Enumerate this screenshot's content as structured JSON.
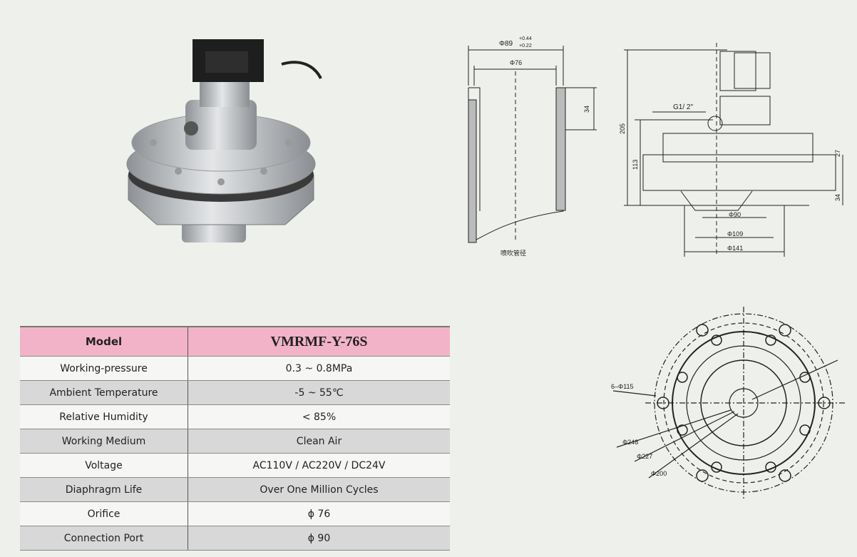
{
  "spec_table": {
    "header": {
      "label": "Model",
      "value": "VMRMF-Y-76S"
    },
    "rows": [
      {
        "label": "Working-pressure",
        "value": "0.3 ~ 0.8MPa"
      },
      {
        "label": "Ambient Temperature",
        "value": "-5 ~ 55℃"
      },
      {
        "label": "Relative Humidity",
        "value": "< 85%"
      },
      {
        "label": "Working Medium",
        "value": "Clean Air"
      },
      {
        "label": "Voltage",
        "value": "AC110V / AC220V / DC24V"
      },
      {
        "label": "Diaphragm Life",
        "value": "Over One Million Cycles"
      },
      {
        "label": "Orifice",
        "value": "ϕ 76"
      },
      {
        "label": "Connection Port",
        "value": "ϕ 90"
      }
    ]
  },
  "tube_drawing": {
    "outer_dia": "Φ89",
    "tol_upper": "+0.44",
    "tol_lower": "+0.22",
    "inner_dia": "Φ76",
    "insert_depth": "34",
    "caption": "喷吹管径"
  },
  "side_drawing": {
    "port": "G1/ 2\"",
    "height_total": "205",
    "height_mid": "113",
    "dim_27": "27",
    "dim_34": "34",
    "dia_90": "Φ90",
    "dia_109": "Φ109",
    "dia_141": "Φ141"
  },
  "top_drawing": {
    "holes": "6–Φ115",
    "dia_248": "Φ248",
    "dia_227": "Φ227",
    "dia_200": "Φ200"
  }
}
